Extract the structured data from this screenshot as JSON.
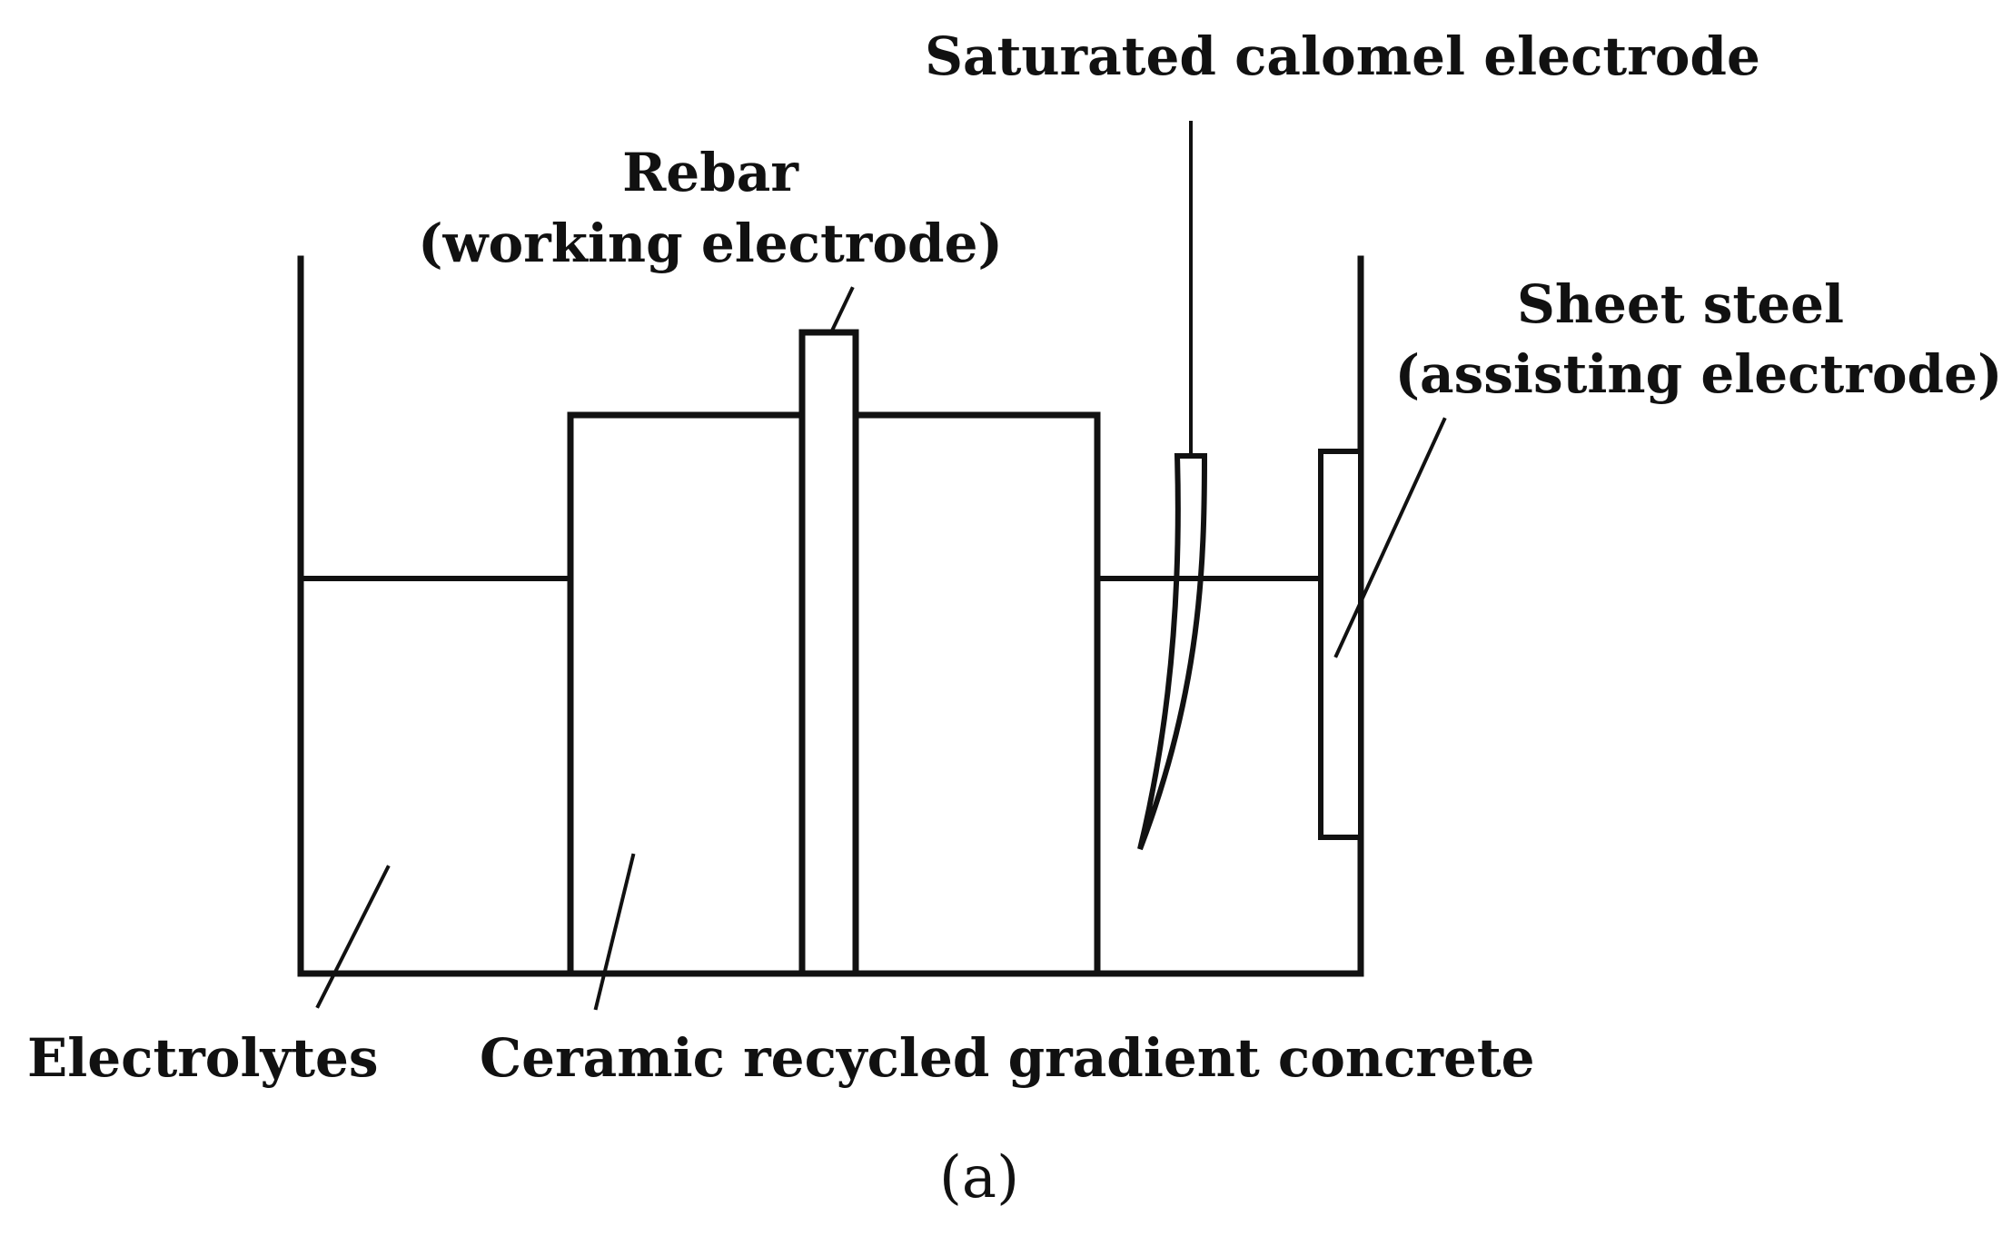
{
  "labels": {
    "saturated_calomel_electrode": "Saturated calomel electrode",
    "rebar_line1": "Rebar",
    "rebar_line2": "(working electrode)",
    "sheet_steel_line1": "Sheet steel",
    "sheet_steel_line2": "(assisting electrode)",
    "electrolytes": "Electrolytes",
    "ceramic_concrete": "Ceramic recycled gradient concrete",
    "panel_label": "(a)"
  },
  "colors": {
    "ink": "#111111",
    "background": "#ffffff"
  }
}
